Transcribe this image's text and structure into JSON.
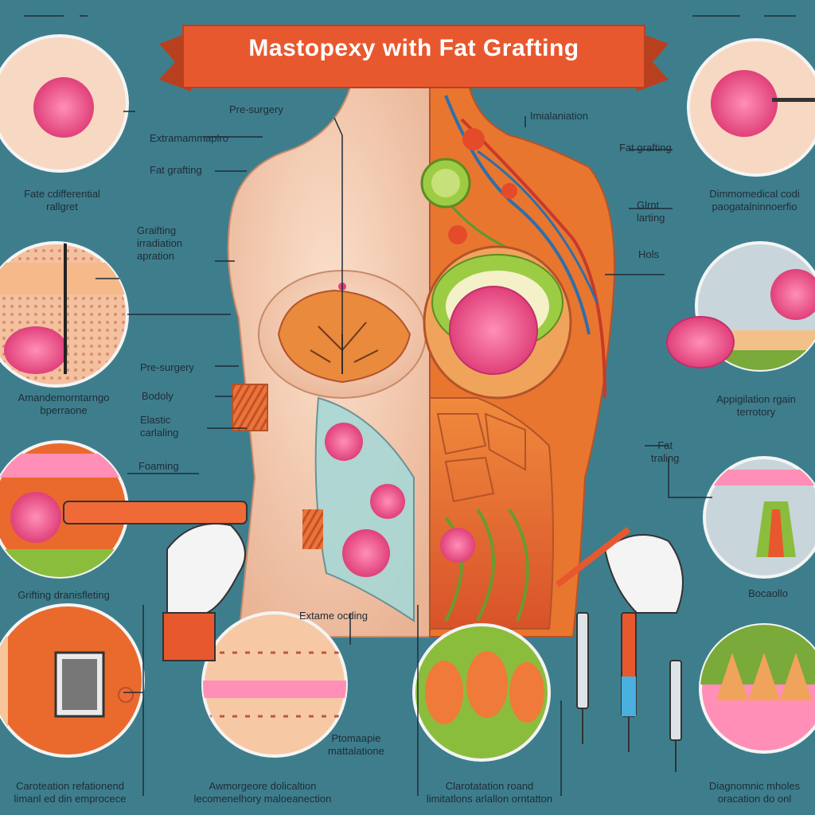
{
  "title": "Mastopexy with Fat Grafting",
  "labels": {
    "pre_surgery_top": "Pre-surgery",
    "extramammary": "Extramammaplro",
    "fat_grafting_left": "Fat grafting",
    "grafting_irradiation": "Graifting\nirradiation\napration",
    "pre_surgery_mid": "Pre-surgery",
    "body": "Bodoly",
    "elastic_cartilage": "Elastic\ncarlaling",
    "foaming": "Foaming",
    "inflammation": "Imialaniation",
    "fat_grafting_right": "Fat grafting",
    "graft_lasting": "Glrnt\nlarting",
    "hole": "Hols",
    "fat_trailing": "Fat\ntraling",
    "extensive_ordering": "Extame ocding",
    "pharmacologic": "Ptomaapie\nmattalatione",
    "top_left_caption": "Fate cdifferential\nrallgret",
    "left_mid_caption": "Amandemorntarngo\nbperraone",
    "left_low_caption": "Grifting dranisfleting",
    "bottom_left_caption": "Caroteation refationend\nlimanl ed din emprocece",
    "bottom_mid_caption": "Awmorgeore dolicaltion\nlecomenelhory maloeanection",
    "bottom_midright_caption": "Clarotatation roand\nlimitatlons arlallon orntatton",
    "bottom_right_caption": "Diagnomnic mholes\noracation do onl",
    "top_right_caption": "Dimmomedical codi\npaogatalninnoerfio",
    "right_mid_caption": "Appigilation rgain\nterrotory",
    "right_low_caption": "Bocaollo"
  },
  "colors": {
    "background": "#3e7e8c",
    "ribbon": "#e8582f",
    "skin": "#f3c8a8",
    "fat_tissue": "#ff6fa1",
    "muscle": "#e96a2c",
    "label_text": "#1f2b36"
  }
}
